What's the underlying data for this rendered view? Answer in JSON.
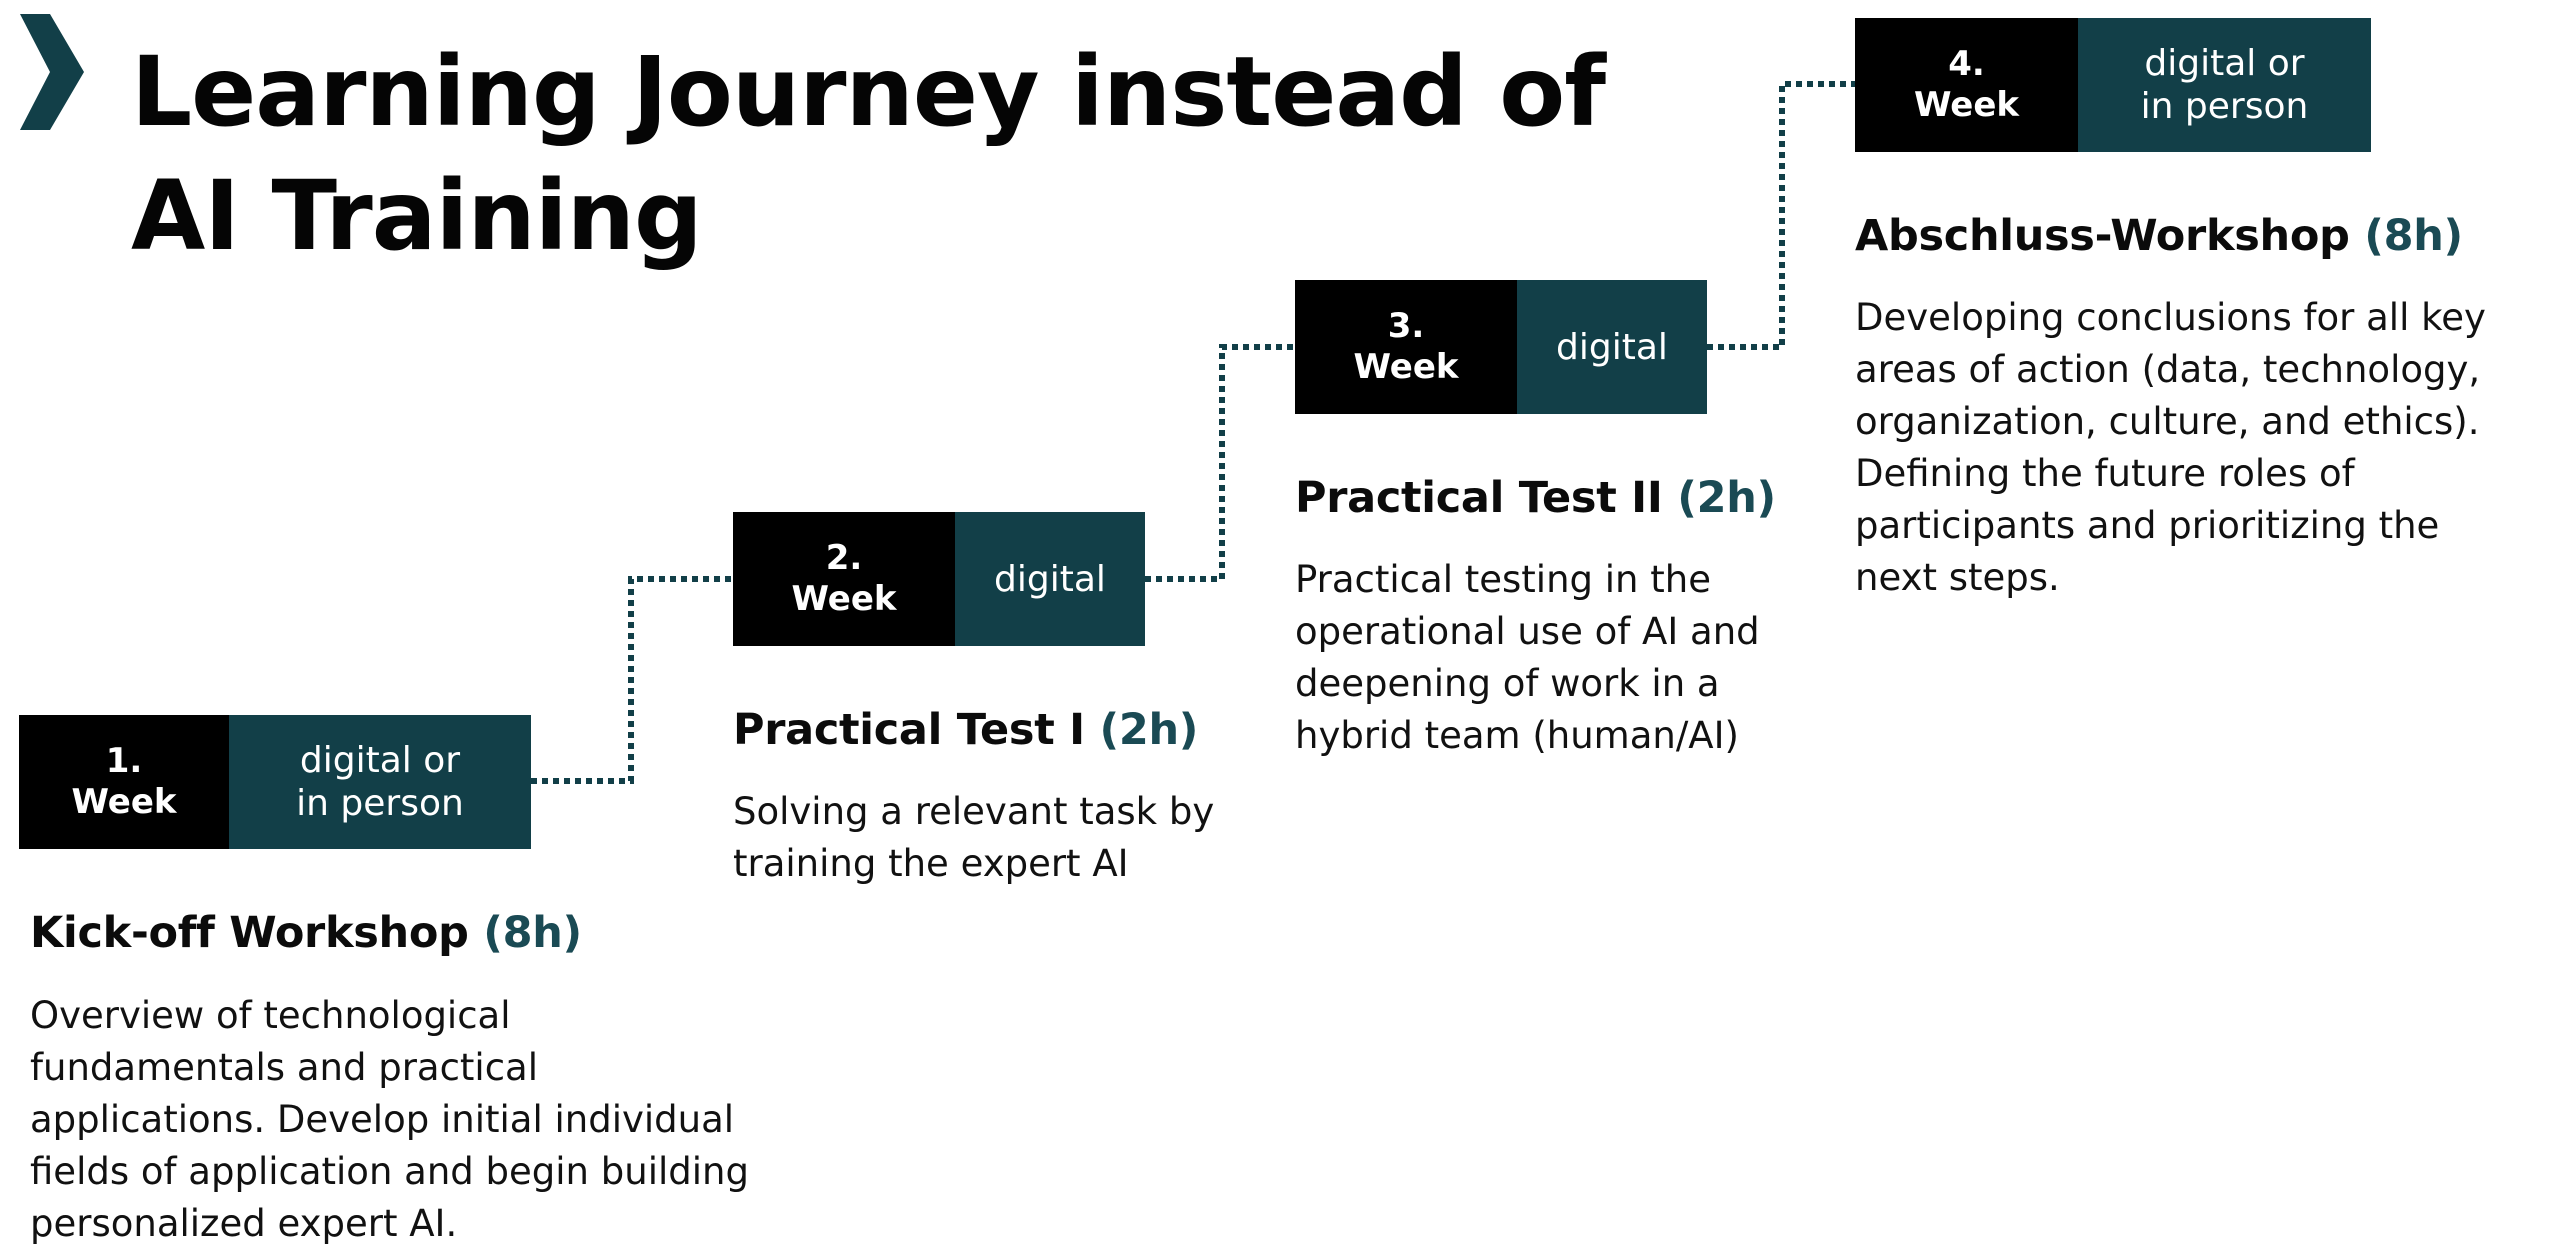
{
  "title": {
    "line1": "Learning Journey instead of",
    "line2": "AI Training"
  },
  "icons": {
    "title_marker": "chevron-right-icon"
  },
  "colors": {
    "week_box": "#000000",
    "mode_box": "#123f48",
    "hours_accent": "#1a4a54",
    "connector": "#123f48",
    "chevron": "#123f48"
  },
  "steps": [
    {
      "week_number": "1.",
      "week_label": "Week",
      "mode_line1": "digital or",
      "mode_line2": "in person",
      "heading": "Kick-off Workshop",
      "hours": "(8h)",
      "description": [
        "Overview of technological",
        "fundamentals and practical",
        "applications. Develop initial individual",
        "fields of application and begin building",
        "personalized expert AI."
      ]
    },
    {
      "week_number": "2.",
      "week_label": "Week",
      "mode_line1": "digital",
      "mode_line2": "",
      "heading": "Practical Test I",
      "hours": "(2h)",
      "description": [
        "Solving a relevant task by",
        "training the expert AI"
      ]
    },
    {
      "week_number": "3.",
      "week_label": "Week",
      "mode_line1": "digital",
      "mode_line2": "",
      "heading": "Practical Test II",
      "hours": "(2h)",
      "description": [
        "Practical testing in the",
        "operational use of AI and",
        "deepening of work in a",
        "hybrid team (human/AI)"
      ]
    },
    {
      "week_number": "4.",
      "week_label": "Week",
      "mode_line1": "digital or",
      "mode_line2": "in person",
      "heading": "Abschluss-Workshop",
      "hours": "(8h)",
      "description": [
        "Developing conclusions for all key",
        "areas of action (data, technology,",
        "organization, culture, and ethics).",
        "Defining the future roles of",
        "participants and prioritizing the",
        "next steps."
      ]
    }
  ]
}
